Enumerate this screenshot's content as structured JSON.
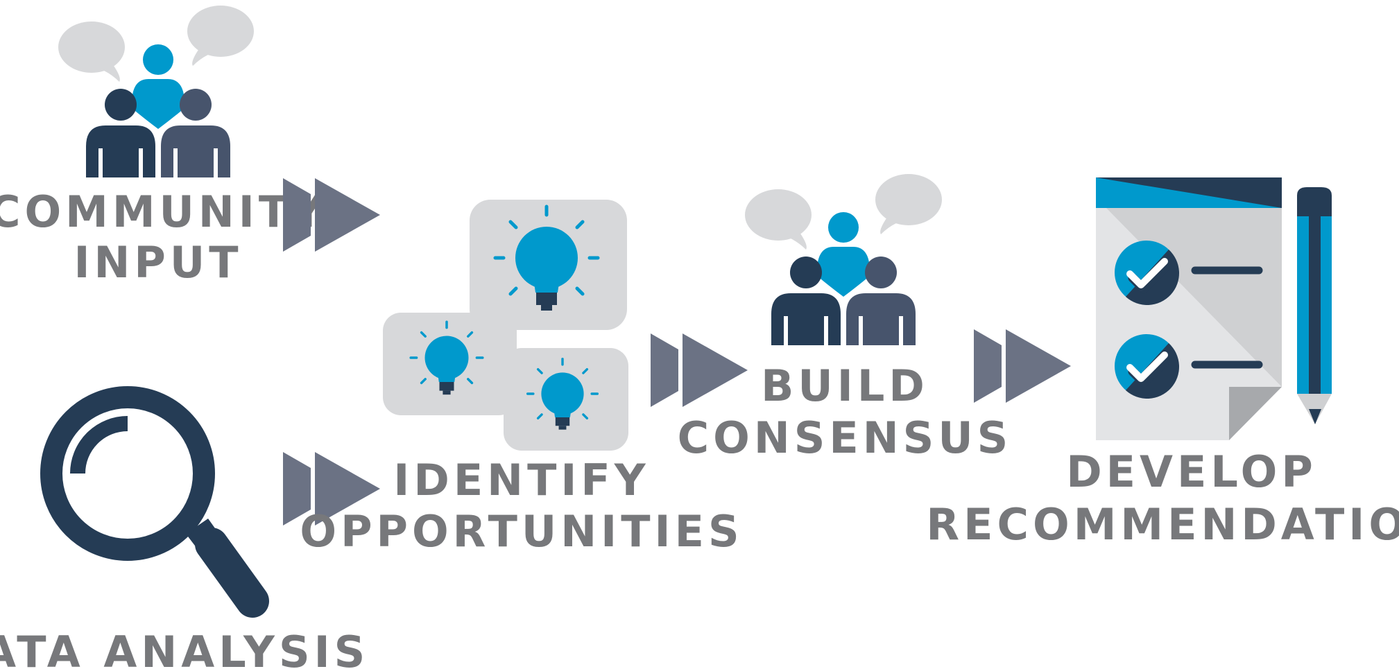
{
  "steps": {
    "community_input": {
      "line1": "COMMUNITY",
      "line2": "INPUT"
    },
    "data_analysis": {
      "line1": "DATA ANALYSIS"
    },
    "identify_opportunities": {
      "line1": "IDENTIFY",
      "line2": "OPPORTUNITIES"
    },
    "build_consensus": {
      "line1": "BUILD",
      "line2": "CONSENSUS"
    },
    "develop_recommendations": {
      "line1": "DEVELOP",
      "line2": "RECOMMENDATIONS"
    }
  },
  "icons": {
    "community": "people-talking-icon",
    "analysis": "magnifying-glass-icon",
    "ideas": "lightbulb-icon",
    "consensus": "people-talking-icon",
    "recommendations": "checklist-icon",
    "pencil": "pencil-icon",
    "arrow": "double-arrow-icon"
  },
  "colors": {
    "navy": "#253c55",
    "slate": "#47546c",
    "blue": "#0099cc",
    "arrow": "#6b7284",
    "bubble": "#d7d8da",
    "text": "#77787b"
  }
}
